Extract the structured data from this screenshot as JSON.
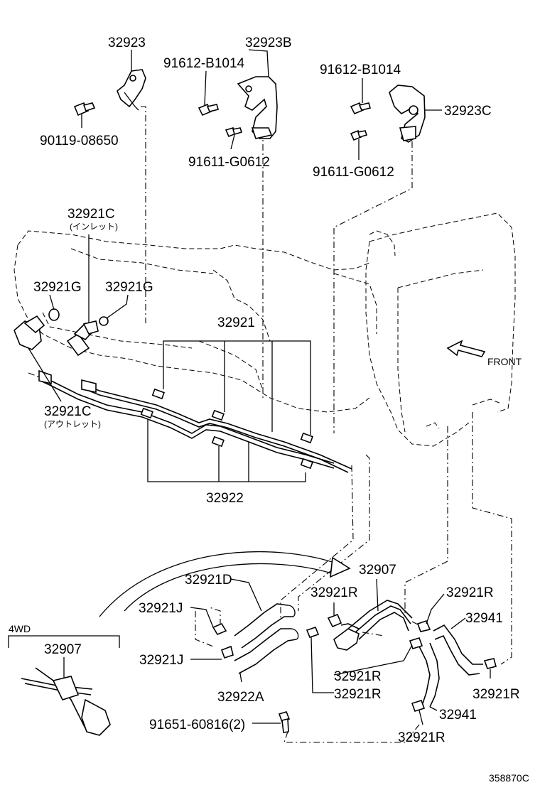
{
  "labels": {
    "p32923": "32923",
    "p32923B": "32923B",
    "p91612_left": "91612-B1014",
    "p91612_right": "91612-B1014",
    "p32923C": "32923C",
    "p90119": "90119-08650",
    "p91611_left": "91611-G0612",
    "p91611_right": "91611-G0612",
    "p32921C_top": "32921C",
    "inlet_note": "(インレット)",
    "p32921G_left": "32921G",
    "p32921G_right": "32921G",
    "p32921": "32921",
    "front": "FRONT",
    "p32921C_bottom": "32921C",
    "outlet_note": "(アウトレット)",
    "p32922": "32922",
    "p32907_main": "32907",
    "p32921D": "32921D",
    "p32921R_1": "32921R",
    "p32921R_2": "32921R",
    "p32941_1": "32941",
    "p32921J_1": "32921J",
    "p32921J_2": "32921J",
    "p32922A": "32922A",
    "p32921R_3": "32921R",
    "p32921R_4": "32921R",
    "p32921R_5": "32921R",
    "p32941_2": "32941",
    "p32921R_6": "32921R",
    "p91651": "91651-60816(2)",
    "variant_4wd": "4WD",
    "p32907_4wd": "32907",
    "diagram_id": "358870C"
  }
}
